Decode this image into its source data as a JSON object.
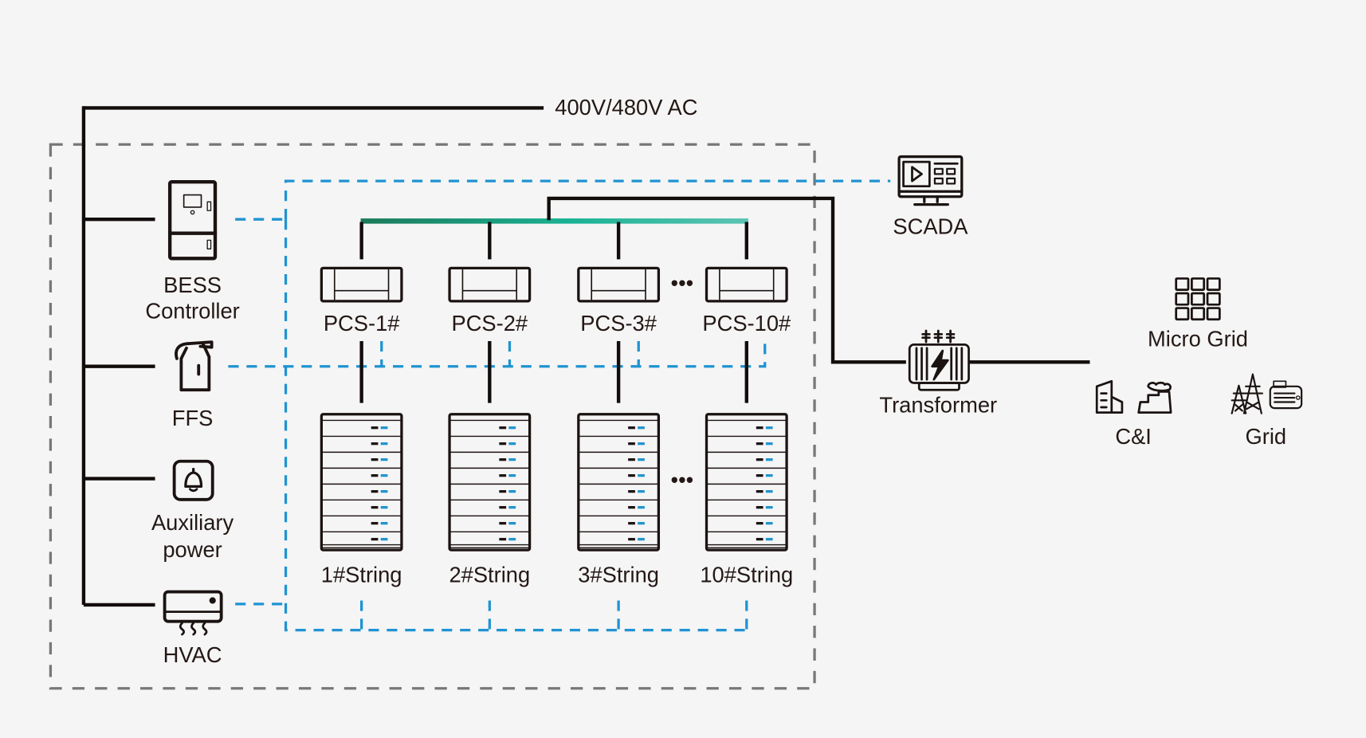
{
  "diagram": {
    "type": "BESS system architecture",
    "ac_bus_label": "400V/480V AC",
    "colors": {
      "background": "#f5f5f5",
      "power_line": "#120d0b",
      "communication_line": "#1f93d2",
      "boundary": "#777777",
      "dc_bus_gradient_start": "#1b7a5a",
      "dc_bus_gradient_mid": "#1ab394",
      "dc_bus_gradient_end": "#5cc4b4"
    },
    "auxiliaries": [
      {
        "id": "bess-controller",
        "icon": "cabinet-icon",
        "label_line1": "BESS",
        "label_line2": "Controller"
      },
      {
        "id": "ffs",
        "icon": "fire-extinguisher-icon",
        "label_line1": "FFS",
        "label_line2": ""
      },
      {
        "id": "auxiliary-power",
        "icon": "bell-icon",
        "label_line1": "Auxiliary",
        "label_line2": "power"
      },
      {
        "id": "hvac",
        "icon": "air-conditioner-icon",
        "label_line1": "HVAC",
        "label_line2": ""
      }
    ],
    "pcs_units": [
      "PCS-1#",
      "PCS-2#",
      "PCS-3#",
      "PCS-10#"
    ],
    "strings": [
      "1#String",
      "2#String",
      "3#String",
      "10#String"
    ],
    "ellipsis": "•••",
    "scada": {
      "label": "SCADA",
      "icon": "monitor-icon"
    },
    "transformer": {
      "label": "Transformer",
      "icon": "transformer-icon"
    },
    "loads": [
      {
        "id": "micro-grid",
        "label": "Micro Grid",
        "icon": "grid-squares-icon"
      },
      {
        "id": "c-and-i",
        "label": "C&I",
        "icon": "building-factory-icon"
      },
      {
        "id": "grid",
        "label": "Grid",
        "icon": "power-tower-icon"
      }
    ]
  }
}
